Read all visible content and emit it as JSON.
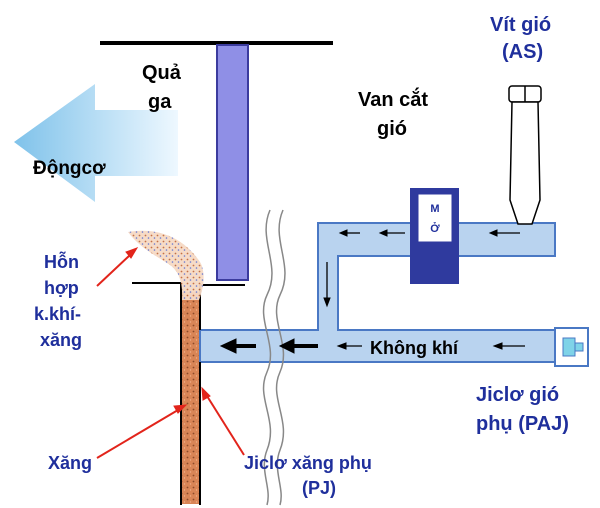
{
  "labels": {
    "throttle_line1": "Quả",
    "throttle_line2": "ga",
    "air_cut_valve_line1": "Van cắt",
    "air_cut_valve_line2": "gió",
    "air_screw_line1": "Vít gió",
    "air_screw_line2": "(AS)",
    "engine": "Độngcơ",
    "mixture_line1": "Hỗn",
    "mixture_line2": "hợp",
    "mixture_line3": "k.khí-",
    "mixture_line4": "xăng",
    "air": "Không khí",
    "paj_line1": "Jiclơ gió",
    "paj_line2": "phụ (PAJ)",
    "fuel": "Xăng",
    "pj_line1": "Jiclơ xăng phụ",
    "pj_line2": "(PJ)",
    "valve_text_line1": "M",
    "valve_text_line2": "Ở"
  },
  "colors": {
    "dark_blue_text": "#1f2f9c",
    "black_text": "#000000",
    "passage_fill": "#b9d3ef",
    "passage_stroke": "#4a78c4",
    "throttle_fill": "#8f8fe6",
    "valve_fill": "#2f3a9e",
    "fuel_fill": "#d98556",
    "engine_arrow_light": "#e9f6ff",
    "engine_arrow_dark": "#7fc2ea",
    "pointer_red": "#e2241b"
  },
  "icons": {
    "engine_arrow": "arrow-left-icon",
    "air_screw": "screw-icon",
    "valve": "solenoid-valve-icon",
    "jet": "air-jet-icon"
  }
}
